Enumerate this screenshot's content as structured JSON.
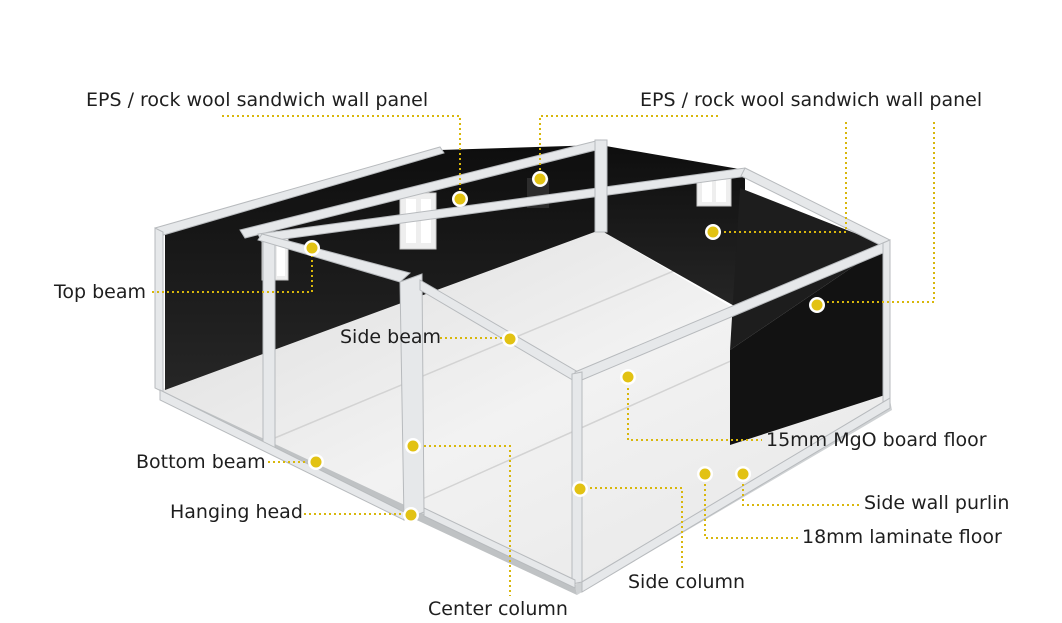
{
  "labels": {
    "wall_panel_left": "EPS / rock wool sandwich wall panel",
    "wall_panel_right": "EPS / rock wool sandwich wall panel",
    "top_beam": "Top beam",
    "side_beam": "Side beam",
    "mgo_floor": "15mm MgO board floor",
    "bottom_beam": "Bottom beam",
    "side_wall_purlin": "Side wall purlin",
    "hanging_head": "Hanging head",
    "laminate_floor": "18mm laminate floor",
    "side_column": "Side column",
    "center_column": "Center column"
  },
  "colors": {
    "leader": "#d8b70c",
    "marker": "#e2c213",
    "panel": "#141414",
    "frame": "#e6e8ea",
    "floor": "#efefef"
  }
}
